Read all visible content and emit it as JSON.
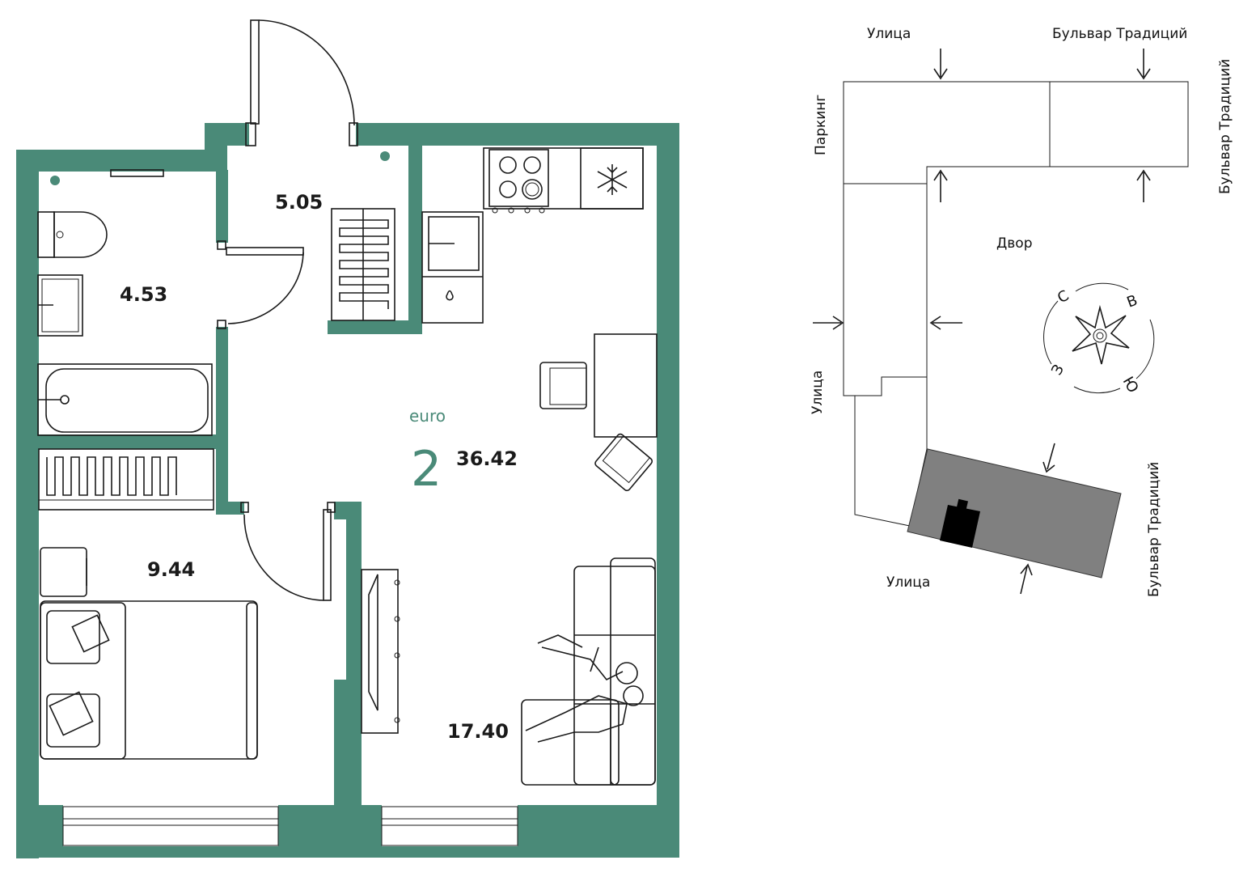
{
  "apartment": {
    "type_label": "euro",
    "rooms": "2",
    "total_area": "36.42",
    "rooms_areas": {
      "bathroom": "4.53",
      "hallway": "5.05",
      "bedroom": "9.44",
      "living_kitchen": "17.40"
    },
    "wall_color": "#4a8a78"
  },
  "site_plan": {
    "labels": {
      "street_top": "Улица",
      "boulevard_top": "Бульвар Традиций",
      "boulevard_right_top": "Бульвар Традиций",
      "parking": "Паркинг",
      "yard": "Двор",
      "street_left": "Улица",
      "street_bottom": "Улица",
      "boulevard_right_bottom": "Бульвар Традиций"
    },
    "compass": {
      "north": "С",
      "east": "В",
      "south": "Ю",
      "west": "З"
    },
    "highlight_color": "#808080"
  }
}
